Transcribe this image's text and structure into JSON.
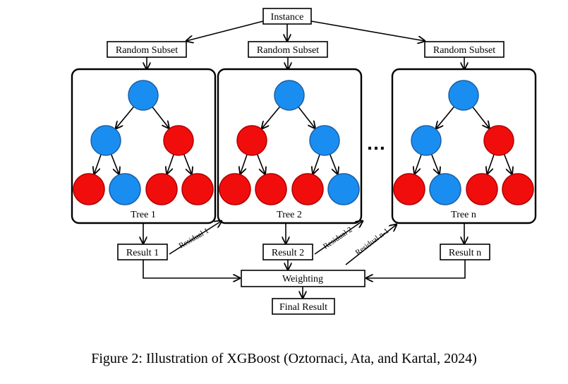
{
  "instance_label": "Instance",
  "subsets": [
    "Random Subset",
    "Random Subset",
    "Random Subset"
  ],
  "trees": [
    {
      "label": "Tree 1",
      "colors": [
        "blue",
        "blue",
        "red",
        "red",
        "blue",
        "red",
        "red"
      ]
    },
    {
      "label": "Tree 2",
      "colors": [
        "blue",
        "red",
        "blue",
        "red",
        "red",
        "red",
        "blue"
      ]
    },
    {
      "label": "Tree n",
      "colors": [
        "blue",
        "blue",
        "red",
        "red",
        "blue",
        "red",
        "red"
      ]
    }
  ],
  "ellipsis": "…",
  "results": [
    "Result 1",
    "Result 2",
    "Result n"
  ],
  "residuals": [
    "Residual 1",
    "Residual 2",
    "Residual n-1"
  ],
  "weighting_label": "Weighting",
  "final_label": "Final Result",
  "caption": "Figure 2: Illustration of XGBoost (Oztornaci, Ata, and Kartal, 2024)",
  "colors": {
    "blue": "#1a8ef0",
    "red": "#f20d0d"
  }
}
